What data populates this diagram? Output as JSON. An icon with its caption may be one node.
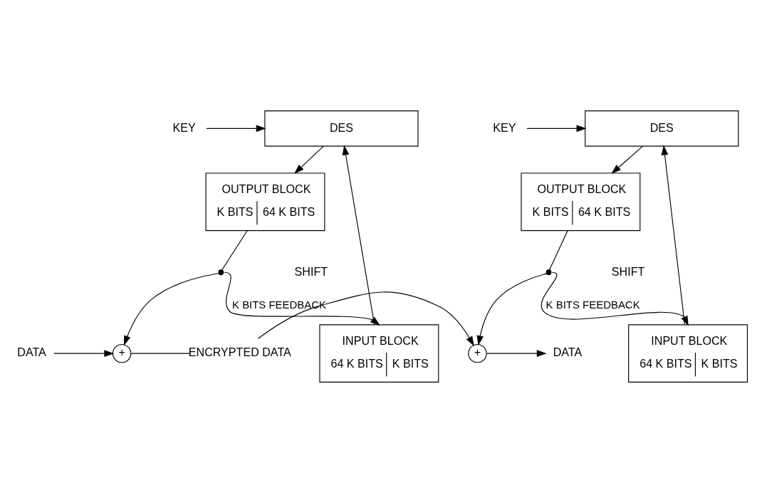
{
  "diagram": {
    "nodes": [
      {
        "text": [
          "INPUT BLOCK",
          "64 K BITS",
          "K BITS"
        ]
      },
      {
        "text": [
          "DES"
        ]
      },
      {
        "text": [
          "OUTPUT BLOCK",
          "K BITS",
          "64 K BITS"
        ]
      },
      {
        "text": [
          "KEY"
        ]
      },
      {
        "text": [],
        "shape": "circle"
      },
      {
        "text": [
          "+"
        ]
      },
      {
        "text": [
          "DATA"
        ]
      },
      {
        "text": [
          "ENCRYPTED DATA"
        ]
      },
      {
        "text": [
          "INPUT BLOCK",
          "64 K BITS",
          "K BITS"
        ]
      },
      {
        "text": [
          "DES"
        ]
      },
      {
        "text": [
          "OUTPUT BLOCK",
          "K BITS",
          "64 K BITS"
        ]
      },
      {
        "text": [
          "KEY"
        ]
      },
      {
        "text": [],
        "shape": "circle"
      },
      {
        "text": [
          "+"
        ]
      },
      {
        "text": [
          "DATA"
        ]
      }
    ],
    "edges": [
      {
        "from": 0,
        "to": 1,
        "arrow": "to"
      },
      {
        "from": 3,
        "to": 1,
        "arrow": "to"
      },
      {
        "from": 1,
        "to": 2,
        "arrow": "to"
      },
      {
        "from": 2,
        "to": 4,
        "arrow": "none"
      },
      {
        "from": 4,
        "to": 5,
        "arrow": "to"
      },
      {
        "from": 4,
        "to": 0,
        "arrow": "to",
        "label": "K BITS FEEDBACK"
      },
      {
        "from": 6,
        "to": 5,
        "arrow": "to"
      },
      {
        "from": 5,
        "to": 7,
        "arrow": "none"
      },
      {
        "from": 7,
        "to": 13,
        "arrow": "to"
      },
      {
        "from": 8,
        "to": 9,
        "arrow": "to"
      },
      {
        "from": 11,
        "to": 9,
        "arrow": "to"
      },
      {
        "from": 9,
        "to": 10,
        "arrow": "to"
      },
      {
        "from": 10,
        "to": 12,
        "arrow": "none"
      },
      {
        "from": 12,
        "to": 13,
        "arrow": "to"
      },
      {
        "from": 12,
        "to": 8,
        "arrow": "to",
        "label": "K BITS FEEDBACK"
      },
      {
        "from": 13,
        "to": 14,
        "arrow": "to"
      }
    ],
    "labels": [
      "SHIFT",
      "SHIFT"
    ]
  }
}
